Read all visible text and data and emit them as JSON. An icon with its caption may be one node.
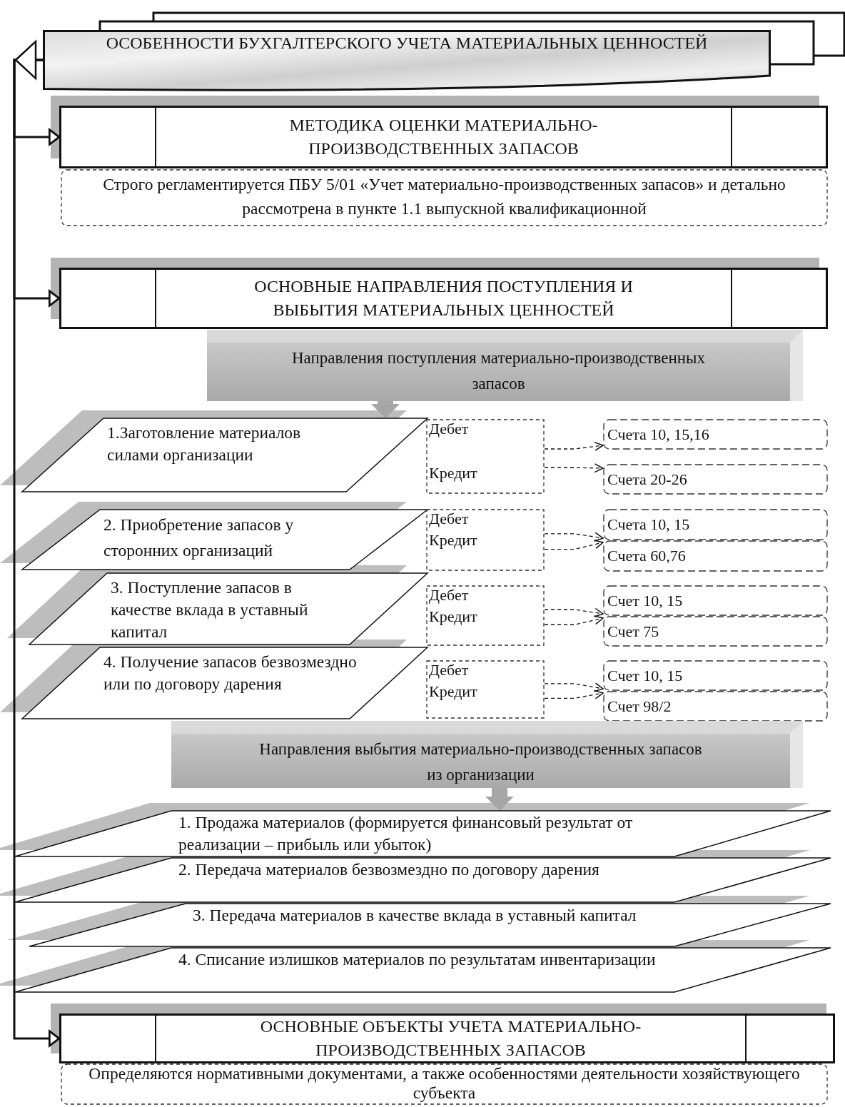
{
  "diagram": {
    "nodes": [
      {
        "text": [
          "ОСОБЕННОСТИ БУХГАЛТЕРСКОГО УЧЕТА МАТЕРИАЛЬНЫХ ЦЕННОСТЕЙ"
        ]
      },
      {
        "text": [
          "МЕТОДИКА ОЦЕНКИ МАТЕРИАЛЬНО-ПРОИЗВОДСТВЕННЫХ ЗАПАСОВ"
        ]
      },
      {
        "text": [
          "Строго регламентируется ПБУ 5/01 «Учет материально-производственных запасов» и детально рассмотрена в пункте 1.1 выпускной квалификационной"
        ]
      },
      {
        "text": [
          "ОСНОВНЫЕ НАПРАВЛЕНИЯ ПОСТУПЛЕНИЯ И ВЫБЫТИЯ МАТЕРИАЛЬНЫХ ЦЕННОСТЕЙ"
        ]
      },
      {
        "text": [
          "Направления поступления материально-производственных запасов"
        ]
      },
      {
        "text": [
          "1.Заготовление материалов силами  организации"
        ]
      },
      {
        "text": [
          "Дебет",
          "Кредит"
        ]
      },
      {
        "text": [
          "Счета 10, 15,16"
        ]
      },
      {
        "text": [
          "Счета 20-26"
        ]
      },
      {
        "text": [
          "2. Приобретение запасов у сторонних организаций"
        ]
      },
      {
        "text": [
          "Дебет",
          "Кредит"
        ]
      },
      {
        "text": [
          "Счета 10, 15"
        ]
      },
      {
        "text": [
          "Счета 60,76"
        ]
      },
      {
        "text": [
          "3. Поступление запасов в качестве вклада в уставный капитал"
        ]
      },
      {
        "text": [
          "Дебет",
          "Кредит"
        ]
      },
      {
        "text": [
          "Счет 10, 15"
        ]
      },
      {
        "text": [
          "Счет 75"
        ]
      },
      {
        "text": [
          "4. Получение запасов безвозмездно или  по договору дарения"
        ]
      },
      {
        "text": [
          "Дебет",
          "Кредит"
        ]
      },
      {
        "text": [
          "Счет 10, 15"
        ]
      },
      {
        "text": [
          "Счет 98/2"
        ]
      },
      {
        "text": [
          "Направления выбытия материально-производственных запасов из организации"
        ]
      },
      {
        "text": [
          "1. Продажа материалов (формируется финансовый результат от реализации – прибыль или убыток)"
        ]
      },
      {
        "text": [
          "2. Передача материалов безвозмездно по договору дарения"
        ]
      },
      {
        "text": [
          "3. Передача материалов в качестве вклада в уставный капитал"
        ]
      },
      {
        "text": [
          "4. Списание излишков материалов по результатам инвентаризации"
        ]
      },
      {
        "text": [
          "ОСНОВНЫЕ ОБЪЕКТЫ УЧЕТА МАТЕРИАЛЬНО-ПРОИЗВОДСТВЕННЫХ ЗАПАСОВ"
        ]
      },
      {
        "text": [
          "Определяются нормативными документами, а также особенностями деятельности хозяйствующего субъекта"
        ]
      }
    ],
    "edges": [
      {
        "from": 0,
        "to": 1,
        "arrow": "to"
      },
      {
        "from": 0,
        "to": 3,
        "arrow": "to"
      },
      {
        "from": 0,
        "to": 26,
        "arrow": "to"
      },
      {
        "from": 4,
        "to": 5,
        "arrow": "to",
        "style": "thick",
        "color": "#a6a6a6"
      },
      {
        "from": 6,
        "to": 7,
        "arrow": "to",
        "style": "dashed"
      },
      {
        "from": 6,
        "to": 8,
        "arrow": "to",
        "style": "dashed"
      },
      {
        "from": 10,
        "to": 11,
        "arrow": "to",
        "style": "dashed"
      },
      {
        "from": 10,
        "to": 12,
        "arrow": "to",
        "style": "dashed"
      },
      {
        "from": 14,
        "to": 15,
        "arrow": "to",
        "style": "dashed"
      },
      {
        "from": 14,
        "to": 16,
        "arrow": "to",
        "style": "dashed"
      },
      {
        "from": 18,
        "to": 19,
        "arrow": "to",
        "style": "dashed"
      },
      {
        "from": 18,
        "to": 20,
        "arrow": "to",
        "style": "dashed"
      },
      {
        "from": 21,
        "to": 22,
        "arrow": "to",
        "style": "thick",
        "color": "#a6a6a6"
      }
    ]
  }
}
